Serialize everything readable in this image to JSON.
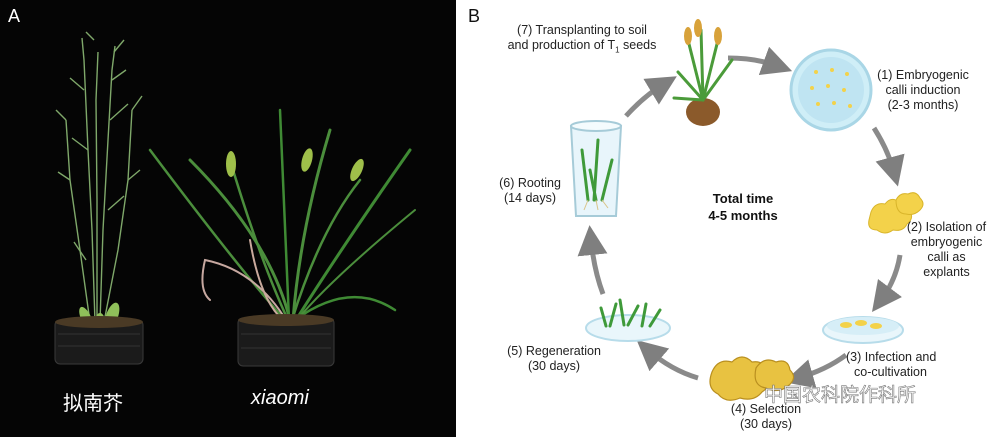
{
  "panel_a": {
    "label": "A",
    "plants": [
      {
        "name": "拟南芥",
        "italic": false
      },
      {
        "name": "xiaomi",
        "italic": true
      }
    ]
  },
  "panel_b": {
    "label": "B",
    "total_time": [
      "Total time",
      "4-5 months"
    ],
    "steps": [
      {
        "id": "1",
        "lines": [
          "(1) Embryogenic",
          "calli induction",
          "(2-3 months)"
        ]
      },
      {
        "id": "2",
        "lines": [
          "(2) Isolation of",
          "embryogenic",
          "calli as",
          "explants"
        ]
      },
      {
        "id": "3",
        "lines": [
          "(3) Infection and",
          "co-cultivation"
        ]
      },
      {
        "id": "4",
        "lines": [
          "(4) Selection",
          "(30 days)"
        ]
      },
      {
        "id": "5",
        "lines": [
          "(5) Regeneration",
          "(30 days)"
        ]
      },
      {
        "id": "6",
        "lines": [
          "(6) Rooting",
          "(14 days)"
        ]
      },
      {
        "id": "7",
        "lines": [
          "(7) Transplanting to soil",
          "and production of T",
          "1",
          " seeds"
        ]
      }
    ]
  },
  "watermark": "中国农科院作科所",
  "colors": {
    "callus": "#f3d24a",
    "arrow": "#7f7f7f",
    "plant": "#3f9a3a",
    "dish": "#bfe4f2"
  }
}
